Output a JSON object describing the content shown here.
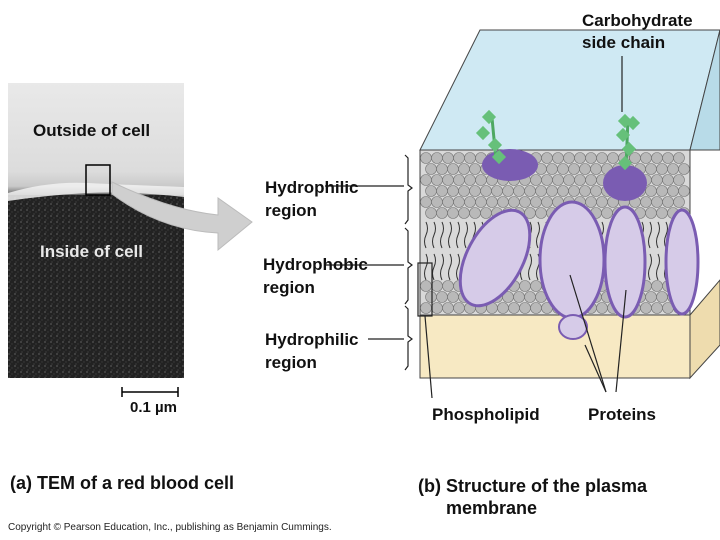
{
  "tem": {
    "outside_label": "Outside of cell",
    "inside_label": "Inside of cell",
    "scale_label": "0.1 µm",
    "caption": "(a) TEM of a red blood cell"
  },
  "membrane": {
    "regions": [
      {
        "line1": "Hydrophilic",
        "line2": "region"
      },
      {
        "line1": "Hydrophobic",
        "line2": "region"
      },
      {
        "line1": "Hydrophilic",
        "line2": "region"
      }
    ],
    "carbohydrate_label_line1": "Carbohydrate",
    "carbohydrate_label_line2": "side chain",
    "phospholipid_label": "Phospholipid",
    "proteins_label": "Proteins",
    "caption_line1": "(b) Structure of the plasma",
    "caption_line2": "membrane"
  },
  "copyright": "Copyright © Pearson Education, Inc., publishing as Benjamin Cummings.",
  "colors": {
    "outside_water": "#cfe9f3",
    "inside_cytoplasm": "#f7e9c3",
    "protein_light": "#d6cbe8",
    "protein_dark": "#7a5cb2",
    "lipid_head": "#b9b9b9",
    "carbohydrate": "#66c07a"
  }
}
